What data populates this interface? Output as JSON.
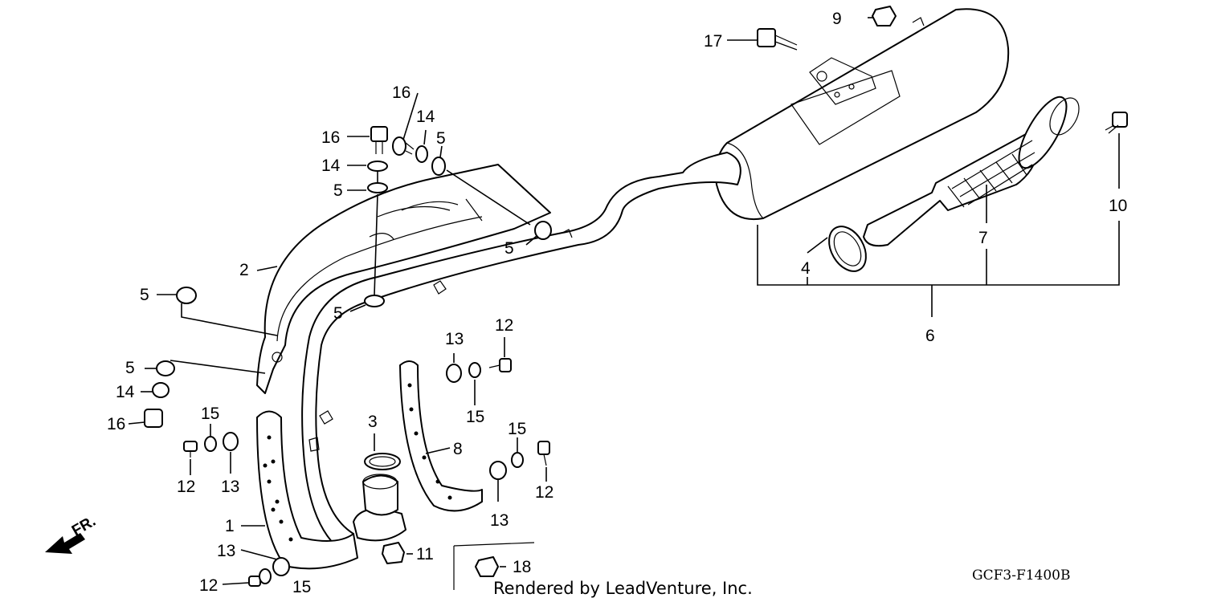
{
  "diagram": {
    "callouts": [
      "1",
      "2",
      "3",
      "4",
      "5",
      "6",
      "7",
      "8",
      "9",
      "10",
      "11",
      "12",
      "13",
      "14",
      "15",
      "16",
      "17",
      "18"
    ],
    "direction_label": "FR.",
    "credit": "Rendered by LeadVenture, Inc.",
    "drawing_code": "GCF3-F1400B"
  }
}
